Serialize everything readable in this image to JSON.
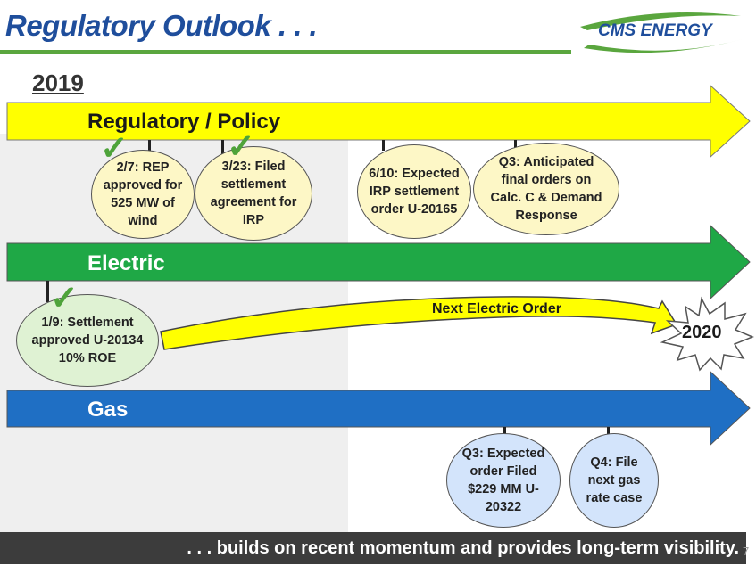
{
  "header": {
    "title": "Regulatory Outlook . . .",
    "logo_text": "CMS ENERGY",
    "year": "2019"
  },
  "sections": {
    "regulatory": {
      "label": "Regulatory / Policy",
      "items": [
        {
          "text": "2/7: REP approved for 525 MW of wind",
          "checked": true
        },
        {
          "text": "3/23: Filed settlement agreement for IRP",
          "checked": true
        },
        {
          "text": "6/10: Expected IRP settlement order U-20165",
          "checked": false
        },
        {
          "text": "Q3: Anticipated final orders on Calc. C & Demand Response",
          "checked": false
        }
      ]
    },
    "electric": {
      "label": "Electric",
      "items": [
        {
          "text": "1/9: Settlement approved U-20134 10% ROE",
          "checked": true
        }
      ],
      "next_order_label": "Next Electric Order",
      "burst_label": "2020"
    },
    "gas": {
      "label": "Gas",
      "items": [
        {
          "text": "Q3: Expected order Filed $229 MM U-20322",
          "checked": false
        },
        {
          "text": "Q4: File next gas rate case",
          "checked": false
        }
      ]
    }
  },
  "footer": {
    "text": ". . . builds on recent momentum and provides long-term visibility.",
    "page_number": "7"
  },
  "colors": {
    "title_blue": "#1f4e9c",
    "accent_green": "#5aa63e",
    "regulatory_arrow": "#ffff00",
    "electric_arrow": "#1fa846",
    "gas_arrow": "#1f6fc4"
  }
}
